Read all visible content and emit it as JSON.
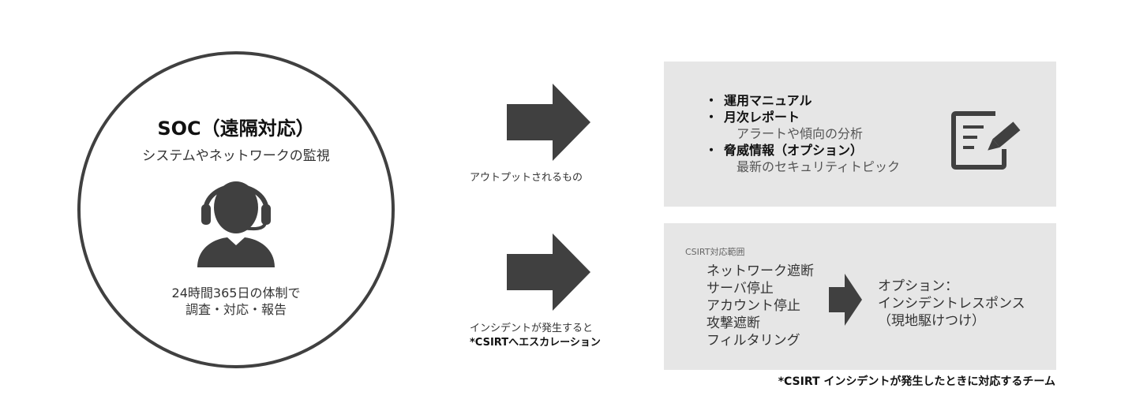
{
  "soc": {
    "title": "SOC（遠隔対応）",
    "subtitle": "システムやネットワークの監視",
    "bottom_line1": "24時間365日の体制で",
    "bottom_line2": "調査・対応・報告"
  },
  "arrows": {
    "output_label": "アウトプットされるもの",
    "incident_label_line1": "インシデントが発生すると",
    "incident_label_line2": "*CSIRTへエスカレーション"
  },
  "outputs": {
    "bullet": "・",
    "items": [
      {
        "label": "運用マニュアル",
        "sub": ""
      },
      {
        "label": "月次レポート",
        "sub": "アラートや傾向の分析"
      },
      {
        "label": "脅威情報（オプション）",
        "sub": "最新のセキュリティトピック"
      }
    ]
  },
  "csirt": {
    "label": "CSIRT対応範囲",
    "items": [
      "ネットワーク遮断",
      "サーバ停止",
      "アカウント停止",
      "攻撃遮断",
      "フィルタリング"
    ],
    "option_line1": "オプション：",
    "option_line2": "インシデントレスポンス",
    "option_line3": "（現地駆けつけ）"
  },
  "footnote": "*CSIRT インシデントが発生したときに対応するチーム",
  "icons": {
    "operator": "headset-operator-icon",
    "document": "document-edit-icon",
    "arrow": "arrow-right-icon"
  },
  "colors": {
    "dark": "#404040",
    "panel": "#e6e6e6"
  }
}
